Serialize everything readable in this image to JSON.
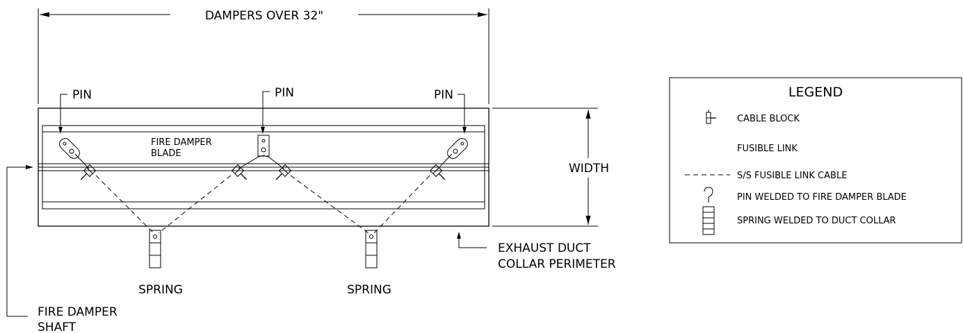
{
  "labels": {
    "dimension_top": "DAMPERS OVER 32\"",
    "pin_left": "PIN",
    "pin_center": "PIN",
    "pin_right": "PIN",
    "blade_line1": "FIRE DAMPER",
    "blade_line2": "BLADE",
    "width": "WIDTH",
    "spring_left": "SPRING",
    "spring_right": "SPRING",
    "exhaust_line1": "EXHAUST DUCT",
    "exhaust_line2": "COLLAR PERIMETER",
    "shaft_line1": "FIRE DAMPER",
    "shaft_line2": "SHAFT"
  },
  "legend": {
    "title": "LEGEND",
    "items": [
      {
        "symbol": "cable-block",
        "label": "CABLE BLOCK"
      },
      {
        "symbol": "fusible-link",
        "label": "FUSIBLE LINK"
      },
      {
        "symbol": "dashed-cable",
        "label": "S/S FUSIBLE LINK CABLE"
      },
      {
        "symbol": "pin",
        "label": "PIN WELDED TO FIRE DAMPER BLADE"
      },
      {
        "symbol": "spring",
        "label": "SPRING WELDED TO DUCT COLLAR"
      }
    ]
  }
}
